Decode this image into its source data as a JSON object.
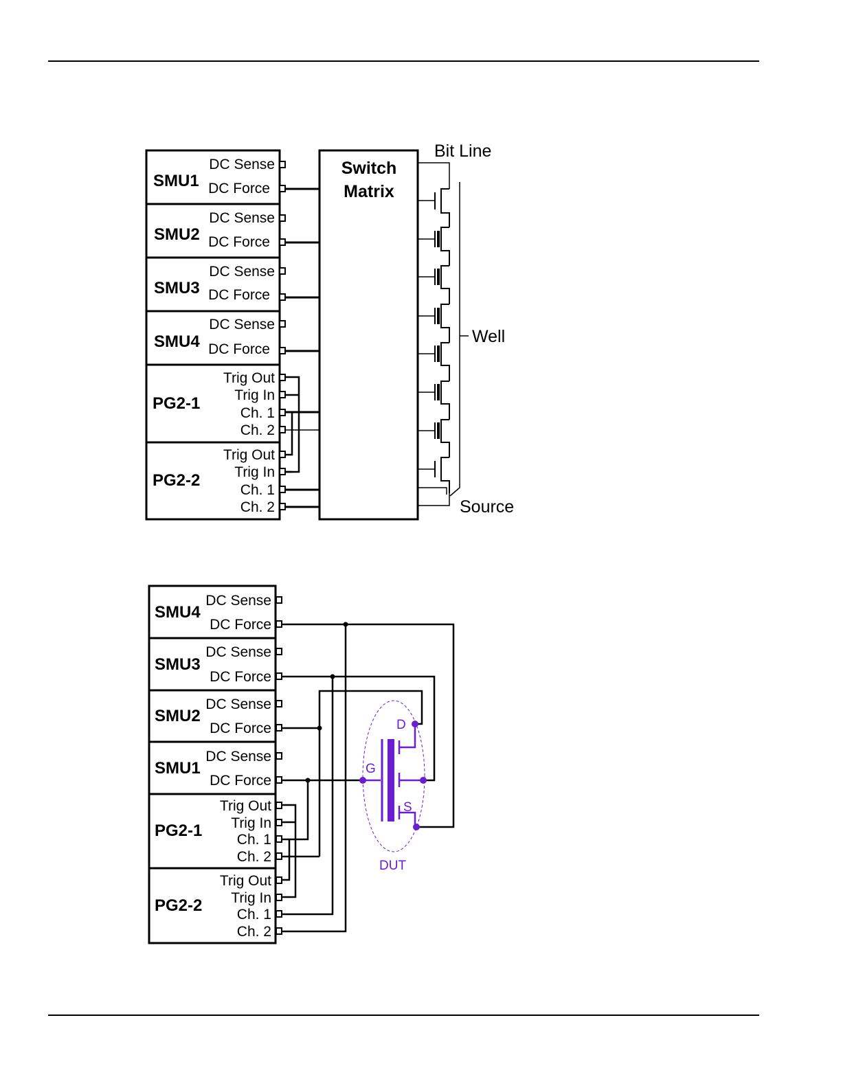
{
  "figure1": {
    "modules": [
      {
        "name": "SMU1",
        "ports": [
          "DC Sense",
          "DC Force"
        ]
      },
      {
        "name": "SMU2",
        "ports": [
          "DC Sense",
          "DC Force"
        ]
      },
      {
        "name": "SMU3",
        "ports": [
          "DC Sense",
          "DC Force"
        ]
      },
      {
        "name": "SMU4",
        "ports": [
          "DC Sense",
          "DC Force"
        ]
      },
      {
        "name": "PG2-1",
        "ports": [
          "Trig Out",
          "Trig In",
          "Ch. 1",
          "Ch. 2"
        ]
      },
      {
        "name": "PG2-2",
        "ports": [
          "Trig Out",
          "Trig In",
          "Ch. 1",
          "Ch. 2"
        ]
      }
    ],
    "switch_label_1": "Switch",
    "switch_label_2": "Matrix",
    "bit_line": "Bit Line",
    "well": "Well",
    "source": "Source"
  },
  "figure2": {
    "modules": [
      {
        "name": "SMU4",
        "ports": [
          "DC Sense",
          "DC Force"
        ]
      },
      {
        "name": "SMU3",
        "ports": [
          "DC Sense",
          "DC Force"
        ]
      },
      {
        "name": "SMU2",
        "ports": [
          "DC Sense",
          "DC Force"
        ]
      },
      {
        "name": "SMU1",
        "ports": [
          "DC Sense",
          "DC Force"
        ]
      },
      {
        "name": "PG2-1",
        "ports": [
          "Trig Out",
          "Trig In",
          "Ch. 1",
          "Ch. 2"
        ]
      },
      {
        "name": "PG2-2",
        "ports": [
          "Trig Out",
          "Trig In",
          "Ch. 1",
          "Ch. 2"
        ]
      }
    ],
    "dut": {
      "drain": "D",
      "gate": "G",
      "source": "S",
      "label": "DUT"
    },
    "dut_color": "#6a1ed0"
  }
}
